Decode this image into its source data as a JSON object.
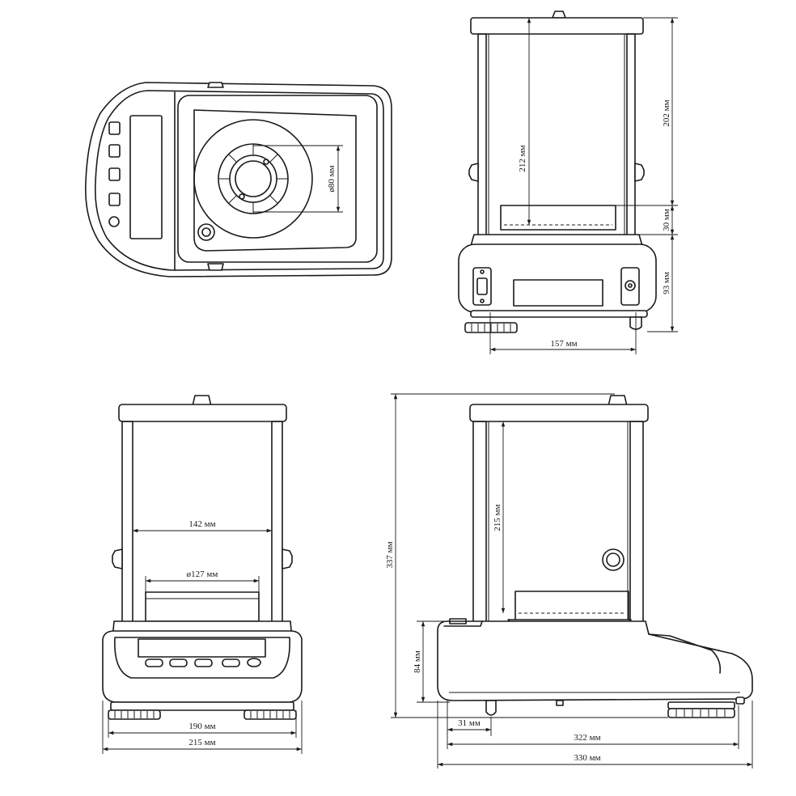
{
  "dimensions": {
    "top_view": {
      "pan_diameter": "ø80 мм"
    },
    "rear_view": {
      "chamber_height": "212 мм",
      "door_height": "202 мм",
      "pan_zone": "30 мм",
      "base_height": "93 мм",
      "base_width": "157 мм"
    },
    "front_view": {
      "inner_width": "142 мм",
      "pan_diameter": "ø127 мм",
      "feet_span": "190 мм",
      "overall_width": "215 мм"
    },
    "side_view": {
      "total_height": "337 мм",
      "chamber_height": "215 мм",
      "base_height": "84 мм",
      "front_offset": "31 мм",
      "feet_depth": "322 мм",
      "overall_depth": "330 мм"
    }
  },
  "colors": {
    "line": "#1a1a1a",
    "background": "#ffffff"
  }
}
